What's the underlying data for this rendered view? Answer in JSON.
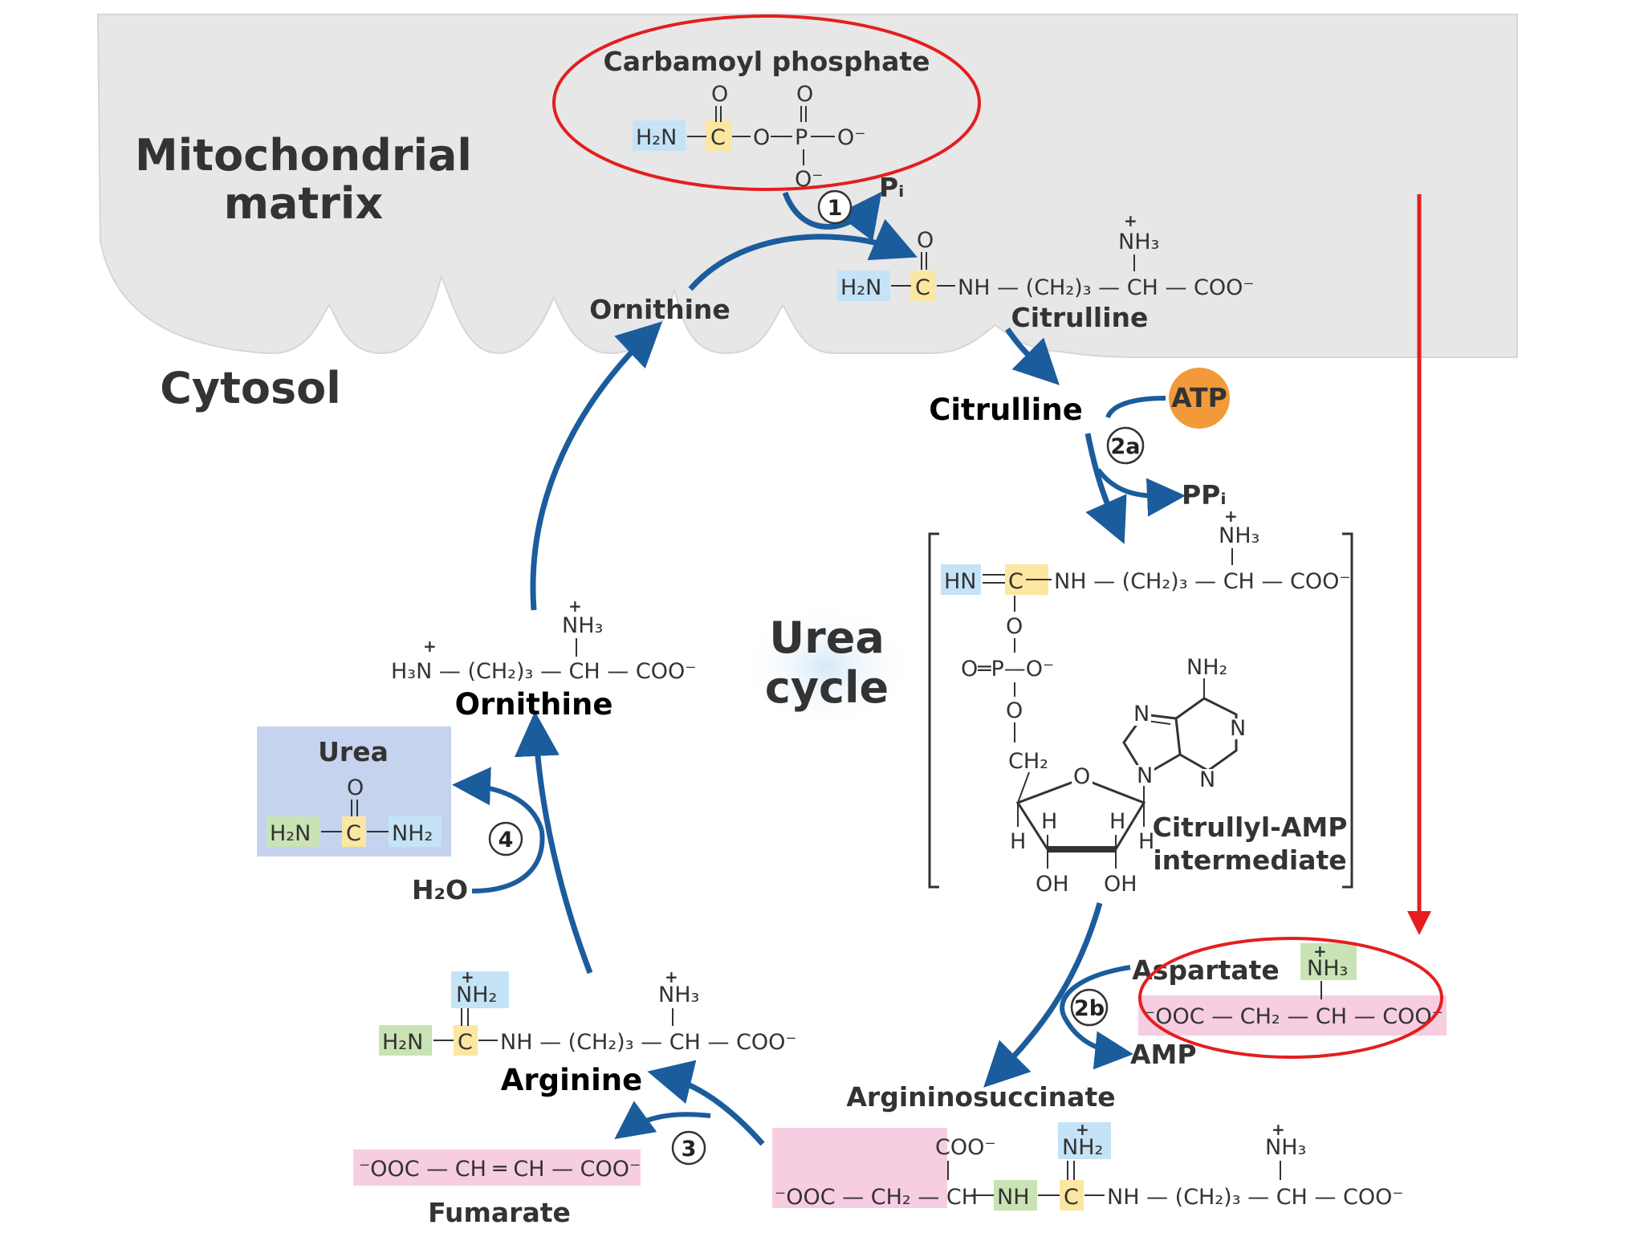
{
  "regions": {
    "matrix": "Mitochondrial matrix",
    "cytosol": "Cytosol",
    "cycle": "Urea cycle"
  },
  "compounds": {
    "carbamoyl_phosphate": {
      "label": "Carbamoyl phosphate",
      "h2n": "H₂N",
      "c": "C",
      "o": "O",
      "p": "P",
      "o_minus": "O⁻"
    },
    "citrulline_matrix": {
      "label": "Citrulline",
      "formula": "NH — (CH₂)₃ — CH — COO⁻",
      "nh3": "NH₃"
    },
    "ornithine_matrix": {
      "label": "Ornithine"
    },
    "citrulline_cytosol": {
      "label": "Citrulline"
    },
    "citrullyl_amp": {
      "hn": "HN",
      "c": "C",
      "chain": "NH — (CH₂)₃ — CH — COO⁻",
      "nh3": "NH₃",
      "o": "O",
      "o_eq_p": "O═P—O⁻",
      "ch2": "CH₂",
      "nh2": "NH₂",
      "h": "H",
      "oh": "OH",
      "n": "N",
      "label_line1": "Citrullyl-AMP",
      "label_line2": "intermediate"
    },
    "aspartate": {
      "label": "Aspartate",
      "nh3": "NH₃",
      "formula": "⁻OOC — CH₂ — CH — COO⁻"
    },
    "argininosuccinate": {
      "label": "Argininosuccinate",
      "coo": "COO⁻",
      "left": "⁻OOC — CH₂ — CH",
      "nh": "NH",
      "nh2": "NH₂",
      "c": "C",
      "right": "NH — (CH₂)₃ — CH — COO⁻",
      "nh3": "NH₃"
    },
    "arginine": {
      "label": "Arginine",
      "h2n": "H₂N",
      "c": "C",
      "nh2": "NH₂",
      "chain": "NH — (CH₂)₃ — CH — COO⁻",
      "nh3": "NH₃"
    },
    "fumarate": {
      "label": "Fumarate",
      "formula": "⁻OOC — CH ═ CH — COO⁻"
    },
    "ornithine_cytosol": {
      "label": "Ornithine",
      "formula": "H₃N — (CH₂)₃ — CH — COO⁻",
      "nh3": "NH₃"
    },
    "urea": {
      "label": "Urea",
      "o": "O",
      "h2n": "H₂N",
      "c": "C",
      "nh2": "NH₂"
    }
  },
  "reagents": {
    "pi": "Pᵢ",
    "atp": "ATP",
    "ppi": "PPᵢ",
    "amp": "AMP",
    "h2o": "H₂O"
  },
  "steps": [
    "1",
    "2a",
    "2b",
    "3",
    "4"
  ],
  "colors": {
    "arrow_blue": "#1b5c9c",
    "highlight_red": "#e41e1e",
    "membrane_gray": "#e7e7e7",
    "carbon_yellow": "#fbe7a2",
    "amine_blue": "#c5e3f7",
    "amine_green": "#c9e3b4",
    "acid_pink": "#f7cde2",
    "urea_box": "#c5d3ef",
    "atp_orange": "#f29a3a"
  }
}
